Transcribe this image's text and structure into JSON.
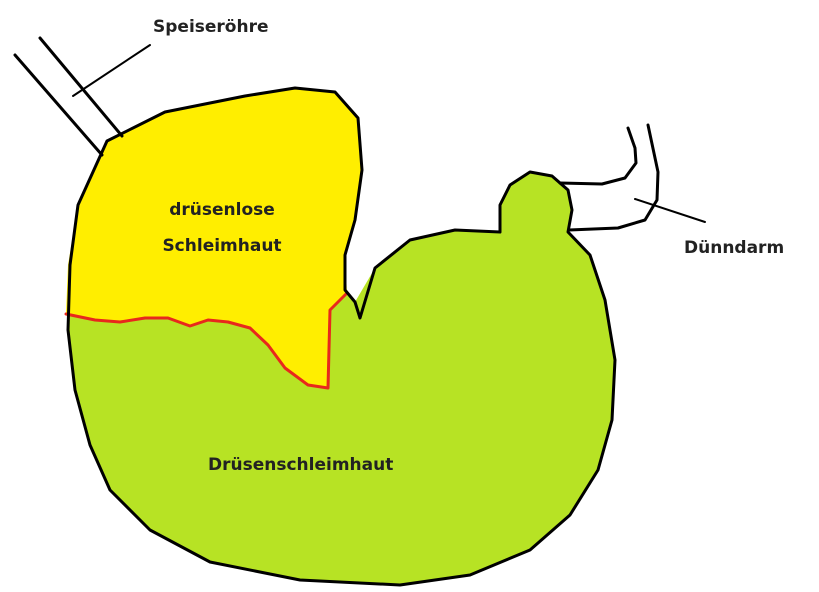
{
  "labels": {
    "esophagus": "Speiseröhre",
    "small_intestine": "Dünndarm",
    "glandless_mucosa_line1": "drüsenlose",
    "glandless_mucosa_line2": "Schleimhaut",
    "glandular_mucosa": "Drüsenschleimhaut"
  },
  "colors": {
    "glandless_region": "#ffee00",
    "glandular_region": "#b7e324",
    "boundary_line": "#e8281c",
    "outline": "#000000",
    "label_text": "#222222",
    "background": "#ffffff"
  }
}
